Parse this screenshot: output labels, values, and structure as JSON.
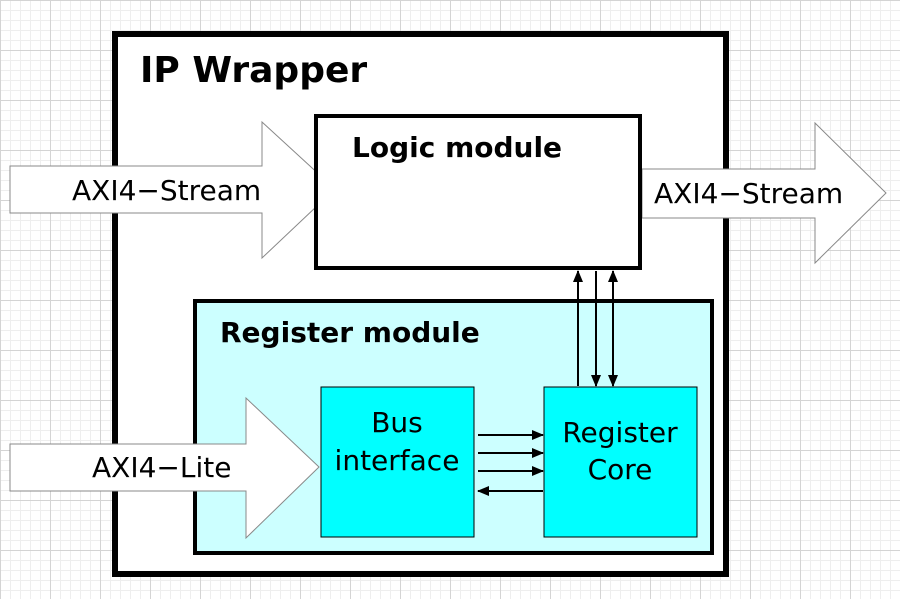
{
  "wrapper": {
    "title": "IP Wrapper"
  },
  "logic": {
    "title": "Logic module"
  },
  "register": {
    "title": "Register module"
  },
  "bus_interface": {
    "line1": "Bus",
    "line2": "interface"
  },
  "register_core": {
    "line1": "Register",
    "line2": "Core"
  },
  "ports": {
    "stream_in": "AXI4−Stream",
    "stream_out": "AXI4−Stream",
    "lite_in": "AXI4−Lite"
  },
  "colors": {
    "register_fill": "#ccffff",
    "block_fill": "#00ffff",
    "outline": "#000000"
  }
}
